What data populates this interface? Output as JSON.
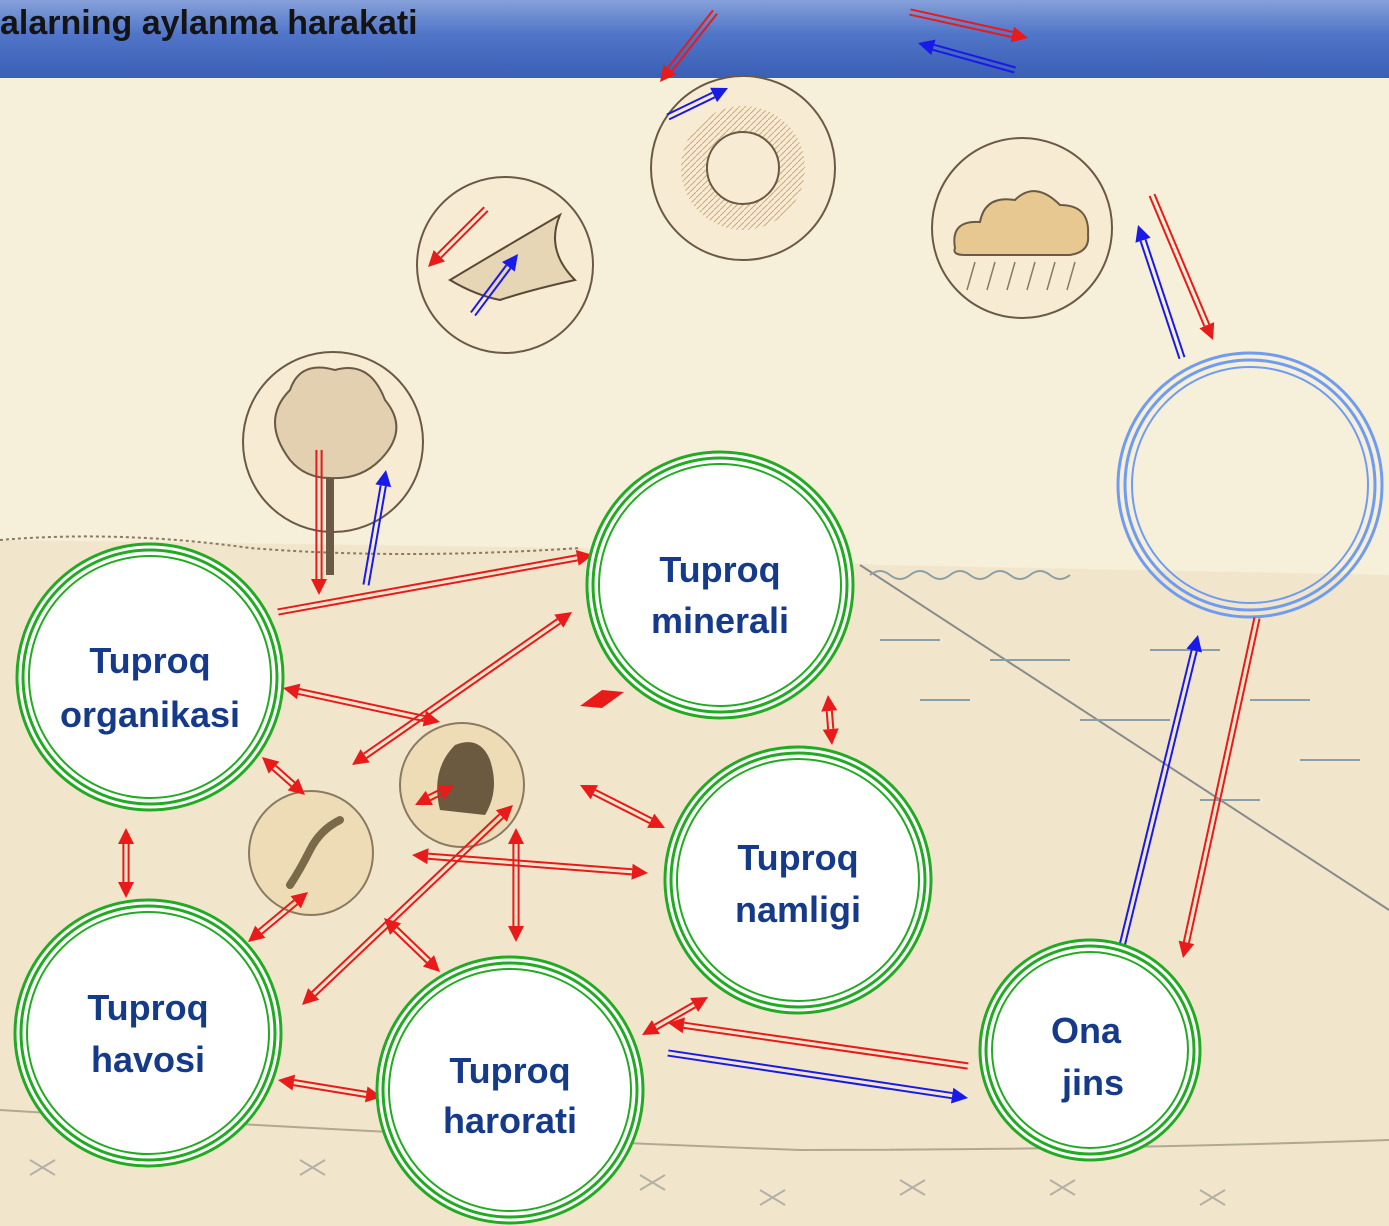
{
  "header": {
    "title": "alarning aylanma harakati"
  },
  "nodes": {
    "mineral": {
      "line1": "Tuproq",
      "line2": "minerali"
    },
    "organic": {
      "line1": "Tuproq",
      "line2": "organikasi"
    },
    "moisture": {
      "line1": "Tuproq",
      "line2": "namligi"
    },
    "air": {
      "line1": "Tuproq",
      "line2": "havosi"
    },
    "temperature": {
      "line1": "Tuproq",
      "line2": "harorati"
    },
    "parent_rock": {
      "line1": "Ona",
      "line2": "jins"
    }
  },
  "pictograms": [
    "bird-icon",
    "sun-icon",
    "rain-cloud-icon",
    "tree-icon",
    "mole-icon",
    "worm-icon",
    "water-circle"
  ],
  "colors": {
    "header_top": "#86a0d8",
    "header_bottom": "#3a5fb4",
    "node_ring": "#22aa22",
    "water_ring": "#6f9cf0",
    "arrow_red": "#e81a1a",
    "arrow_blue": "#1a1ae8",
    "paper": "#f6efd9"
  }
}
